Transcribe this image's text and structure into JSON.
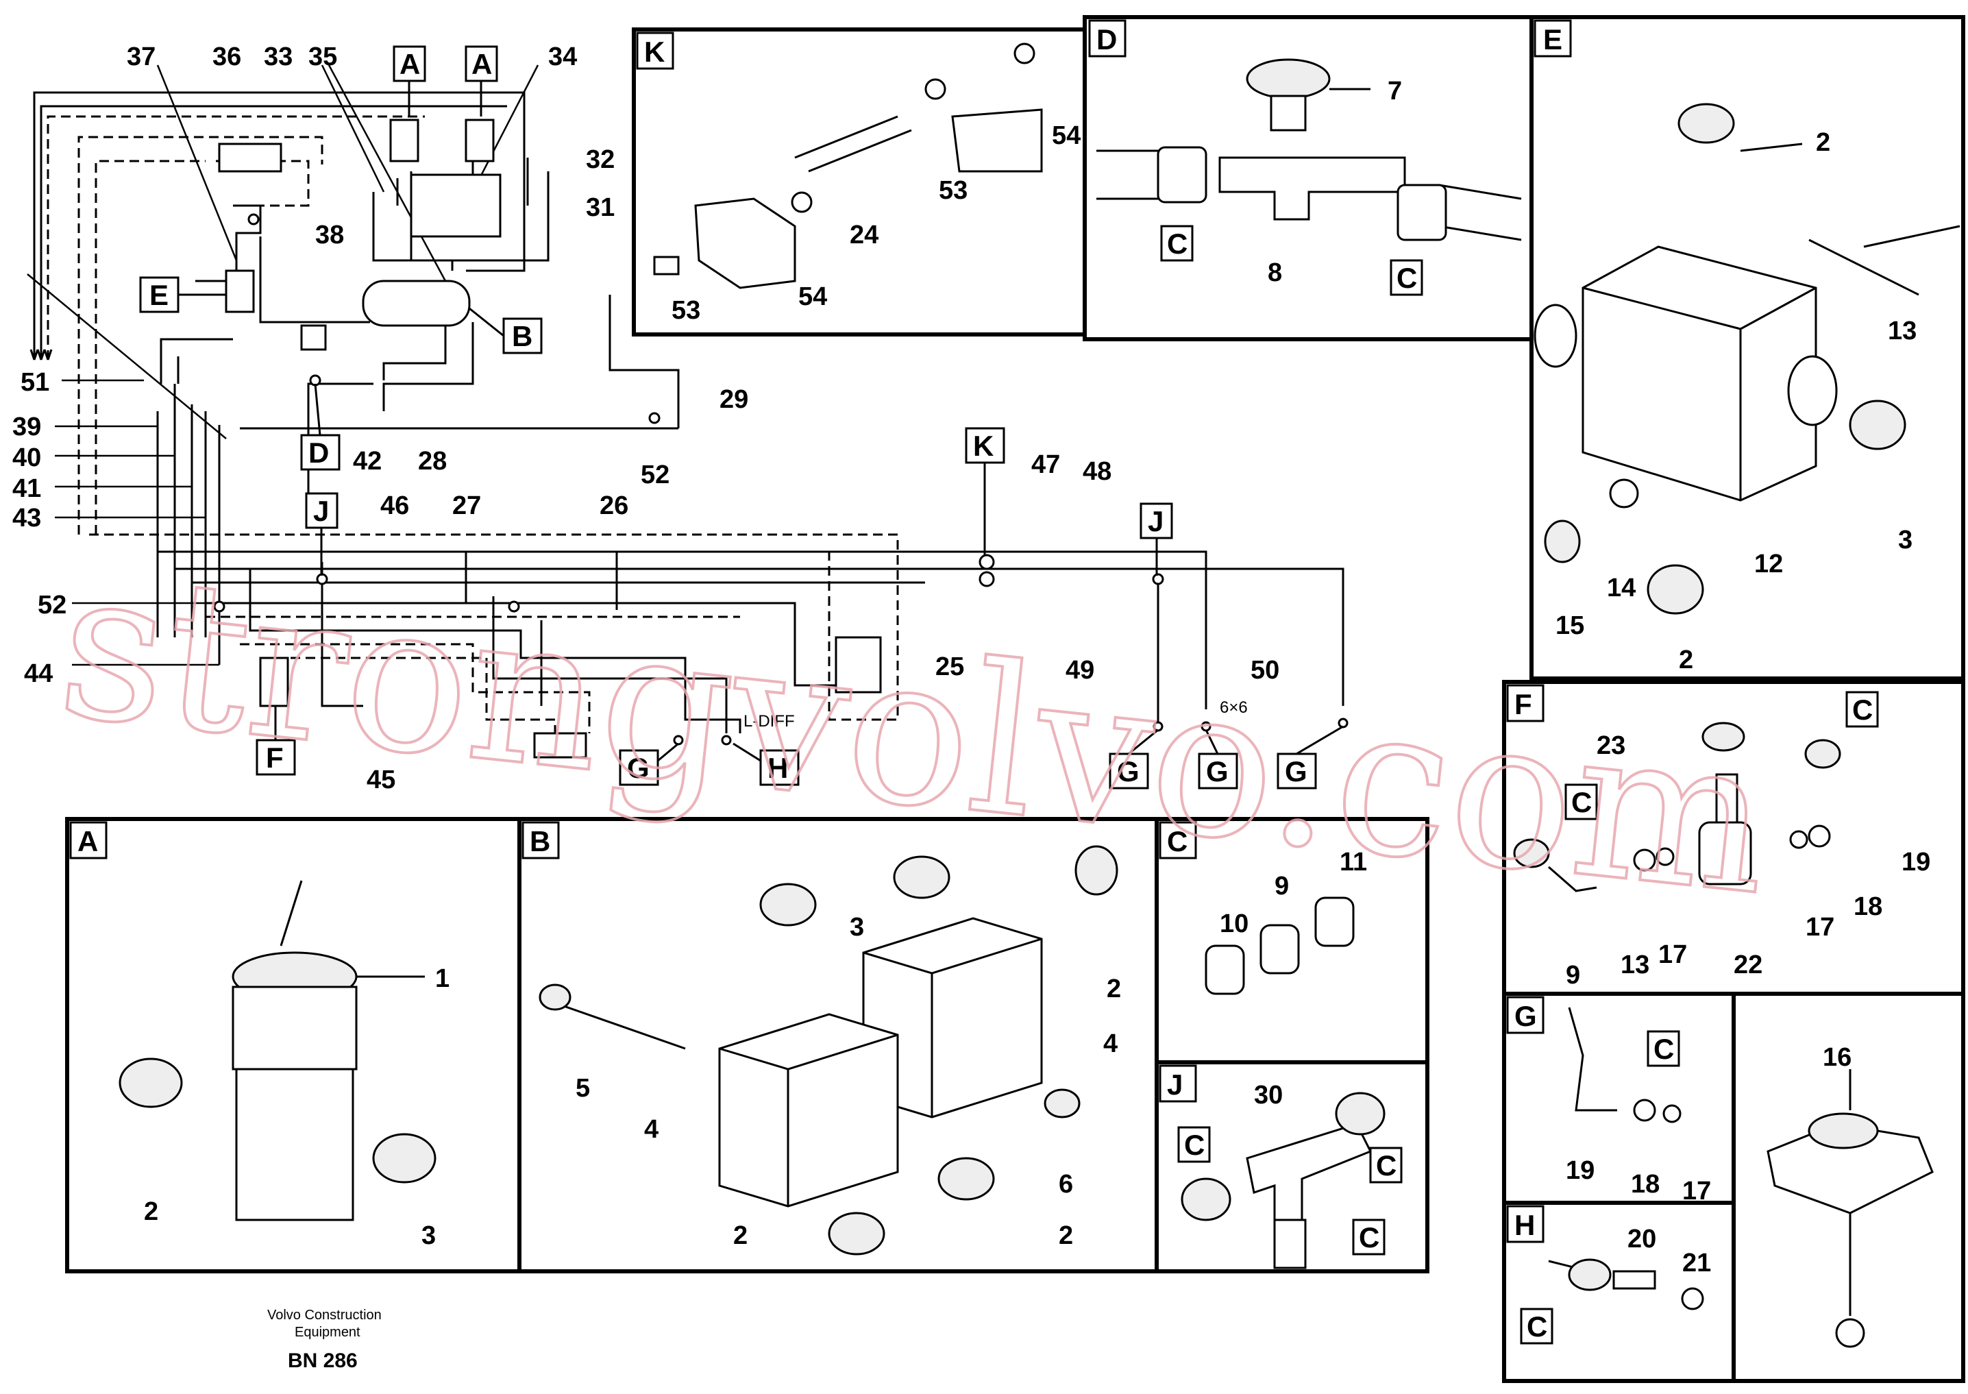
{
  "footer": {
    "company_line1": "Volvo Construction",
    "company_line2": "Equipment",
    "drawing_number": "BN 286"
  },
  "watermark": "strongvolvo.com",
  "main_diagram": {
    "callouts": {
      "n37": "37",
      "n36": "36",
      "n33": "33",
      "n35": "35",
      "n34": "34",
      "n32": "32",
      "n31": "31",
      "n38": "38",
      "n51": "51",
      "n39": "39",
      "n40": "40",
      "n41": "41",
      "n43": "43",
      "n42": "42",
      "n28": "28",
      "n29": "29",
      "n52a": "52",
      "n52b": "52",
      "n46": "46",
      "n27": "27",
      "n26": "26",
      "n47": "47",
      "n48": "48",
      "n25": "25",
      "n49": "49",
      "n50": "50",
      "n44": "44",
      "n45": "45"
    },
    "boxes": {
      "A1": "A",
      "A2": "A",
      "E": "E",
      "B": "B",
      "D": "D",
      "J1": "J",
      "J2": "J",
      "K": "K",
      "F": "F",
      "G1": "G",
      "H": "H",
      "G2": "G",
      "G3": "G",
      "G4": "G"
    },
    "texts": {
      "ldiff": "L-DIFF",
      "six_by_six": "6×6"
    }
  },
  "panels": {
    "K": {
      "letter": "K",
      "labels": {
        "l53a": "53",
        "l54a": "54",
        "l24": "24",
        "l53b": "53",
        "l54b": "54"
      }
    },
    "D": {
      "letter": "D",
      "labels": {
        "l7": "7",
        "l8": "8",
        "c1": "C",
        "c2": "C"
      }
    },
    "E": {
      "letter": "E",
      "labels": {
        "l2a": "2",
        "l13": "13",
        "l3": "3",
        "l12": "12",
        "l14": "14",
        "l15": "15",
        "l2b": "2"
      }
    },
    "F": {
      "letter": "F",
      "labels": {
        "l23": "23",
        "c1": "C",
        "c2": "C",
        "l19": "19",
        "l9": "9",
        "l13": "13",
        "l17a": "17",
        "l22": "22",
        "l17b": "17",
        "l18": "18"
      }
    },
    "A": {
      "letter": "A",
      "labels": {
        "l1": "1",
        "l2": "2",
        "l3": "3"
      }
    },
    "B": {
      "letter": "B",
      "labels": {
        "l3": "3",
        "l2a": "2",
        "l5": "5",
        "l4a": "4",
        "l4b": "4",
        "l6": "6",
        "l2b": "2",
        "l2c": "2"
      }
    },
    "C": {
      "letter": "C",
      "labels": {
        "l11": "11",
        "l9": "9",
        "l10": "10"
      }
    },
    "J": {
      "letter": "J",
      "labels": {
        "l30": "30",
        "c1": "C",
        "c2": "C",
        "c3": "C"
      }
    },
    "G": {
      "letter": "G",
      "labels": {
        "c": "C",
        "l19": "19",
        "l18": "18",
        "l17": "17"
      }
    },
    "H": {
      "letter": "H",
      "labels": {
        "l20": "20",
        "l21": "21",
        "c": "C"
      }
    },
    "P16": {
      "labels": {
        "l16": "16"
      }
    }
  }
}
